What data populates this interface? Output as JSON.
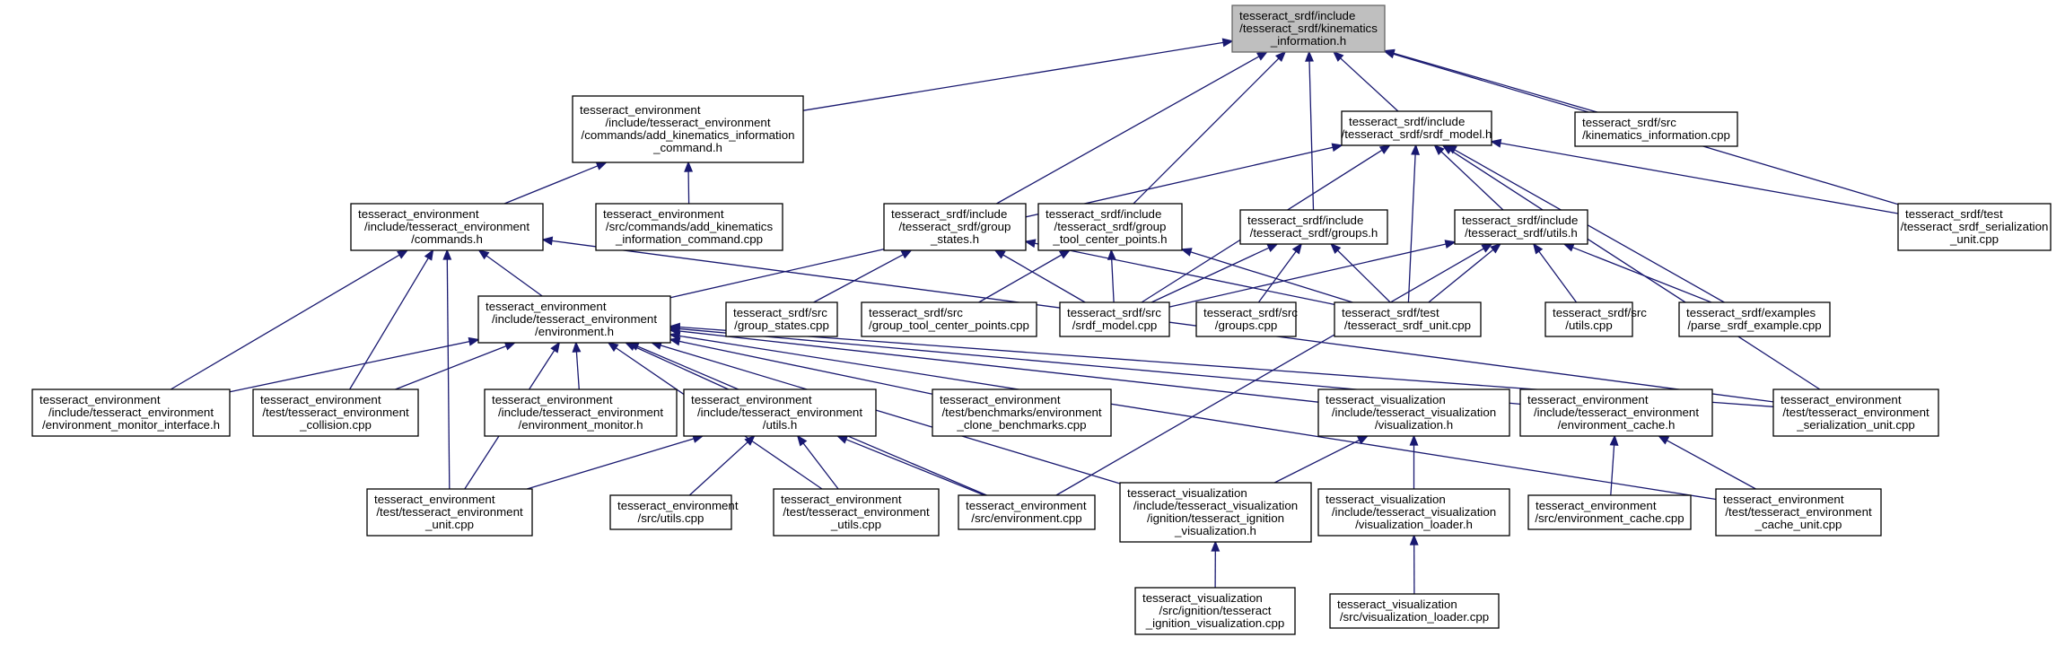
{
  "colors": {
    "edge": "#191970",
    "root_fill": "#bfbfbf",
    "root_stroke": "#666666",
    "node_fill": "#ffffff",
    "node_stroke": "#000000"
  },
  "nodes": [
    {
      "id": "root",
      "lines": [
        "tesseract_srdf/include",
        "/tesseract_srdf/kinematics",
        "_information.h"
      ],
      "highlighted": true
    },
    {
      "id": "add_kin_h",
      "lines": [
        "tesseract_environment",
        "/include/tesseract_environment",
        "/commands/add_kinematics_information",
        "_command.h"
      ]
    },
    {
      "id": "srdf_model_h",
      "lines": [
        "tesseract_srdf/include",
        "/tesseract_srdf/srdf_model.h"
      ]
    },
    {
      "id": "kin_info_cpp",
      "lines": [
        "tesseract_srdf/src",
        "/kinematics_information.cpp"
      ]
    },
    {
      "id": "commands_h",
      "lines": [
        "tesseract_environment",
        "/include/tesseract_environment",
        "/commands.h"
      ]
    },
    {
      "id": "add_kin_cpp",
      "lines": [
        "tesseract_environment",
        "/src/commands/add_kinematics",
        "_information_command.cpp"
      ]
    },
    {
      "id": "group_states_h",
      "lines": [
        "tesseract_srdf/include",
        "/tesseract_srdf/group",
        "_states.h"
      ]
    },
    {
      "id": "group_tcp_h",
      "lines": [
        "tesseract_srdf/include",
        "/tesseract_srdf/group",
        "_tool_center_points.h"
      ]
    },
    {
      "id": "groups_h",
      "lines": [
        "tesseract_srdf/include",
        "/tesseract_srdf/groups.h"
      ]
    },
    {
      "id": "utils_h",
      "lines": [
        "tesseract_srdf/include",
        "/tesseract_srdf/utils.h"
      ]
    },
    {
      "id": "serial_unit",
      "lines": [
        "tesseract_srdf/test",
        "/tesseract_srdf_serialization",
        "_unit.cpp"
      ]
    },
    {
      "id": "environment_h",
      "lines": [
        "tesseract_environment",
        "/include/tesseract_environment",
        "/environment.h"
      ]
    },
    {
      "id": "group_states_cpp",
      "lines": [
        "tesseract_srdf/src",
        "/group_states.cpp"
      ]
    },
    {
      "id": "group_tcp_cpp",
      "lines": [
        "tesseract_srdf/src",
        "/group_tool_center_points.cpp"
      ]
    },
    {
      "id": "srdf_model_cpp",
      "lines": [
        "tesseract_srdf/src",
        "/srdf_model.cpp"
      ]
    },
    {
      "id": "groups_cpp",
      "lines": [
        "tesseract_srdf/src",
        "/groups.cpp"
      ]
    },
    {
      "id": "srdf_unit",
      "lines": [
        "tesseract_srdf/test",
        "/tesseract_srdf_unit.cpp"
      ]
    },
    {
      "id": "srdf_utils_cpp",
      "lines": [
        "tesseract_srdf/src",
        "/utils.cpp"
      ]
    },
    {
      "id": "parse_example",
      "lines": [
        "tesseract_srdf/examples",
        "/parse_srdf_example.cpp"
      ]
    },
    {
      "id": "env_mon_iface",
      "lines": [
        "tesseract_environment",
        "/include/tesseract_environment",
        "/environment_monitor_interface.h"
      ]
    },
    {
      "id": "env_collision",
      "lines": [
        "tesseract_environment",
        "/test/tesseract_environment",
        "_collision.cpp"
      ]
    },
    {
      "id": "env_monitor_h",
      "lines": [
        "tesseract_environment",
        "/include/tesseract_environment",
        "/environment_monitor.h"
      ]
    },
    {
      "id": "env_utils_h",
      "lines": [
        "tesseract_environment",
        "/include/tesseract_environment",
        "/utils.h"
      ]
    },
    {
      "id": "env_bench",
      "lines": [
        "tesseract_environment",
        "/test/benchmarks/environment",
        "_clone_benchmarks.cpp"
      ]
    },
    {
      "id": "vis_h",
      "lines": [
        "tesseract_visualization",
        "/include/tesseract_visualization",
        "/visualization.h"
      ]
    },
    {
      "id": "env_cache_h",
      "lines": [
        "tesseract_environment",
        "/include/tesseract_environment",
        "/environment_cache.h"
      ]
    },
    {
      "id": "env_serial_unit",
      "lines": [
        "tesseract_environment",
        "/test/tesseract_environment",
        "_serialization_unit.cpp"
      ]
    },
    {
      "id": "env_unit",
      "lines": [
        "tesseract_environment",
        "/test/tesseract_environment",
        "_unit.cpp"
      ]
    },
    {
      "id": "env_utils_cpp",
      "lines": [
        "tesseract_environment",
        "/src/utils.cpp"
      ]
    },
    {
      "id": "env_utils_test",
      "lines": [
        "tesseract_environment",
        "/test/tesseract_environment",
        "_utils.cpp"
      ]
    },
    {
      "id": "environment_cpp",
      "lines": [
        "tesseract_environment",
        "/src/environment.cpp"
      ]
    },
    {
      "id": "ign_vis_h",
      "lines": [
        "tesseract_visualization",
        "/include/tesseract_visualization",
        "/ignition/tesseract_ignition",
        "_visualization.h"
      ]
    },
    {
      "id": "vis_loader_h",
      "lines": [
        "tesseract_visualization",
        "/include/tesseract_visualization",
        "/visualization_loader.h"
      ]
    },
    {
      "id": "env_cache_cpp",
      "lines": [
        "tesseract_environment",
        "/src/environment_cache.cpp"
      ]
    },
    {
      "id": "env_cache_unit",
      "lines": [
        "tesseract_environment",
        "/test/tesseract_environment",
        "_cache_unit.cpp"
      ]
    },
    {
      "id": "ign_vis_cpp",
      "lines": [
        "tesseract_visualization",
        "/src/ignition/tesseract",
        "_ignition_visualization.cpp"
      ]
    },
    {
      "id": "vis_loader_cpp",
      "lines": [
        "tesseract_visualization",
        "/src/visualization_loader.cpp"
      ]
    }
  ],
  "edges": [
    [
      "add_kin_h",
      "root"
    ],
    [
      "srdf_model_h",
      "root"
    ],
    [
      "kin_info_cpp",
      "root"
    ],
    [
      "group_states_h",
      "root"
    ],
    [
      "group_tcp_h",
      "root"
    ],
    [
      "groups_h",
      "root"
    ],
    [
      "serial_unit",
      "root"
    ],
    [
      "commands_h",
      "add_kin_h"
    ],
    [
      "add_kin_cpp",
      "add_kin_h"
    ],
    [
      "environment_h",
      "srdf_model_h"
    ],
    [
      "srdf_model_cpp",
      "srdf_model_h"
    ],
    [
      "srdf_unit",
      "srdf_model_h"
    ],
    [
      "utils_h",
      "srdf_model_h"
    ],
    [
      "serial_unit",
      "srdf_model_h"
    ],
    [
      "parse_example",
      "srdf_model_h"
    ],
    [
      "env_serial_unit",
      "srdf_model_h"
    ],
    [
      "environment_h",
      "commands_h"
    ],
    [
      "env_mon_iface",
      "commands_h"
    ],
    [
      "env_collision",
      "commands_h"
    ],
    [
      "env_unit",
      "commands_h"
    ],
    [
      "env_serial_unit",
      "commands_h"
    ],
    [
      "group_states_cpp",
      "group_states_h"
    ],
    [
      "srdf_model_cpp",
      "group_states_h"
    ],
    [
      "srdf_unit",
      "group_states_h"
    ],
    [
      "group_tcp_cpp",
      "group_tcp_h"
    ],
    [
      "srdf_model_cpp",
      "group_tcp_h"
    ],
    [
      "srdf_unit",
      "group_tcp_h"
    ],
    [
      "srdf_model_cpp",
      "groups_h"
    ],
    [
      "groups_cpp",
      "groups_h"
    ],
    [
      "srdf_unit",
      "groups_h"
    ],
    [
      "srdf_model_cpp",
      "utils_h"
    ],
    [
      "srdf_unit",
      "utils_h"
    ],
    [
      "srdf_utils_cpp",
      "utils_h"
    ],
    [
      "parse_example",
      "utils_h"
    ],
    [
      "environment_cpp",
      "utils_h"
    ],
    [
      "env_mon_iface",
      "environment_h"
    ],
    [
      "env_collision",
      "environment_h"
    ],
    [
      "env_monitor_h",
      "environment_h"
    ],
    [
      "env_utils_h",
      "environment_h"
    ],
    [
      "env_bench",
      "environment_h"
    ],
    [
      "vis_h",
      "environment_h"
    ],
    [
      "env_cache_h",
      "environment_h"
    ],
    [
      "env_serial_unit",
      "environment_h"
    ],
    [
      "env_unit",
      "environment_h"
    ],
    [
      "env_utils_test",
      "environment_h"
    ],
    [
      "environment_cpp",
      "environment_h"
    ],
    [
      "ign_vis_h",
      "environment_h"
    ],
    [
      "env_cache_unit",
      "environment_h"
    ],
    [
      "env_unit",
      "env_utils_h"
    ],
    [
      "env_utils_cpp",
      "env_utils_h"
    ],
    [
      "env_utils_test",
      "env_utils_h"
    ],
    [
      "environment_cpp",
      "env_utils_h"
    ],
    [
      "ign_vis_h",
      "vis_h"
    ],
    [
      "vis_loader_h",
      "vis_h"
    ],
    [
      "env_cache_cpp",
      "env_cache_h"
    ],
    [
      "env_cache_unit",
      "env_cache_h"
    ],
    [
      "ign_vis_cpp",
      "ign_vis_h"
    ],
    [
      "vis_loader_cpp",
      "vis_loader_h"
    ]
  ]
}
